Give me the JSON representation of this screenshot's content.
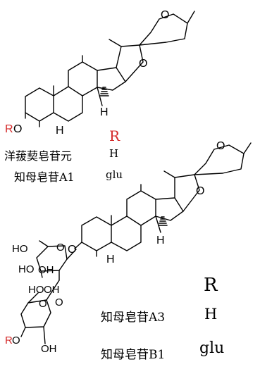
{
  "colors": {
    "r_group": "#d42a2a",
    "ink": "#000000"
  },
  "top_structure": {
    "atoms": {
      "R": "R",
      "O_sub": "O",
      "H_5": "H",
      "H_14": "H",
      "O_E": "O",
      "O_F": "O"
    }
  },
  "top_table": {
    "r_header": "R",
    "rows": [
      {
        "name": "洋菝葜皂苷元",
        "r": "H"
      },
      {
        "name": "知母皂苷A1",
        "r": "glu"
      }
    ]
  },
  "bottom_structure": {
    "atoms": {
      "O_link": "O",
      "H_5": "H",
      "H_14": "H",
      "O_E": "O",
      "O_F": "O",
      "HO_top": "HO",
      "O_ring1": "O",
      "OH_1": "OH",
      "HO_1": "HO",
      "O_glyc": "O",
      "O_ring2": "O",
      "HO_2": "HO",
      "OH_2": "OH",
      "R": "R",
      "O_R": "O",
      "OH_3": "OH"
    }
  },
  "bottom_table": {
    "r_header": "R",
    "rows": [
      {
        "name": "知母皂苷A3",
        "r": "H"
      },
      {
        "name": "知母皂苷B1",
        "r": "glu"
      }
    ]
  }
}
